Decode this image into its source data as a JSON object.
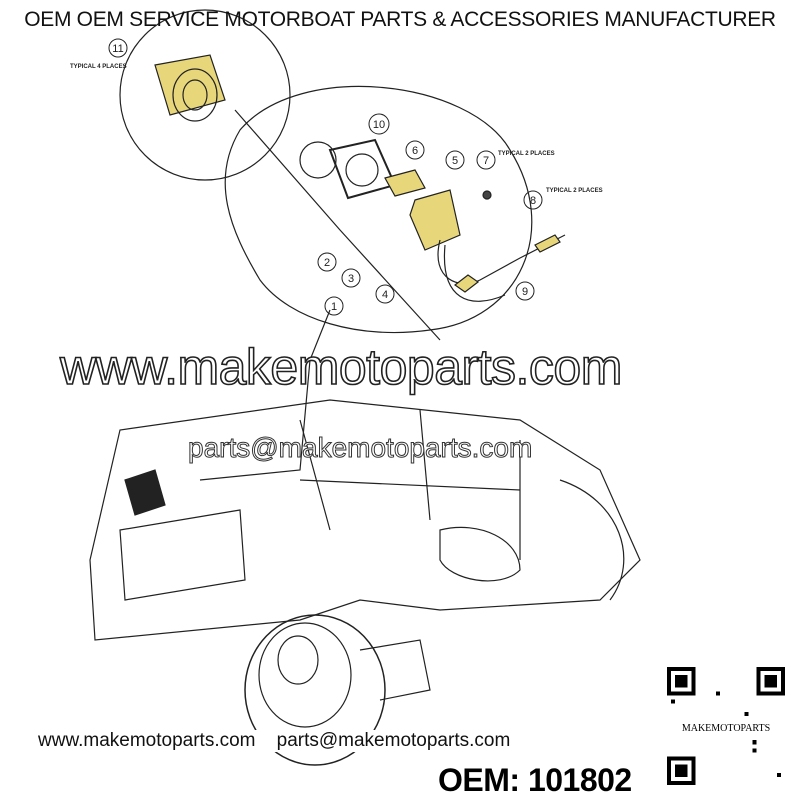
{
  "header": {
    "title": "OEM OEM SERVICE MOTORBOAT PARTS & ACCESSORIES MANUFACTURER"
  },
  "diagram": {
    "callouts": [
      "1",
      "2",
      "3",
      "4",
      "5",
      "6",
      "7",
      "8",
      "9",
      "10",
      "11"
    ],
    "notes": {
      "typical_4": "TYPICAL 4 PLACES",
      "typical_2a": "TYPICAL 2 PLACES",
      "typical_2b": "TYPICAL 2 PLACES"
    },
    "part_color": "#e8d77a"
  },
  "watermarks": {
    "website": "www.makemotoparts.com",
    "email": "parts@makemotoparts.com"
  },
  "footer": {
    "website": "www.makemotoparts.com",
    "email": "parts@makemotoparts.com",
    "oem_number": "OEM: 101802"
  },
  "qr": {
    "label": "MAKEMOTOPARTS"
  }
}
